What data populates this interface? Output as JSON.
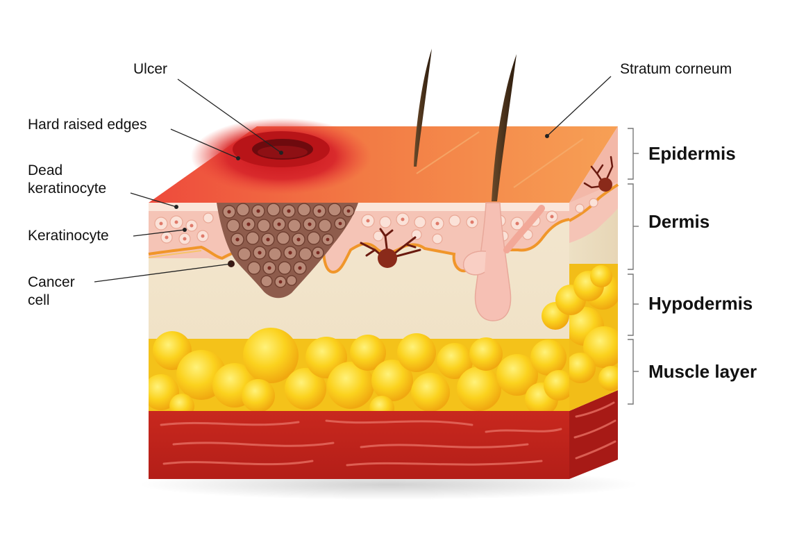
{
  "labels": {
    "ulcer": "Ulcer",
    "hard_raised_edges": "Hard raised edges",
    "dead_keratinocyte_line1": "Dead",
    "dead_keratinocyte_line2": "keratinocyte",
    "keratinocyte": "Keratinocyte",
    "cancer_cell_line1": "Cancer",
    "cancer_cell_line2": "cell",
    "stratum_corneum": "Stratum corneum"
  },
  "layers": [
    {
      "key": "epidermis",
      "label": "Epidermis"
    },
    {
      "key": "dermis",
      "label": "Dermis"
    },
    {
      "key": "hypodermis",
      "label": "Hypodermis"
    },
    {
      "key": "muscle",
      "label": "Muscle layer"
    }
  ],
  "colors": {
    "epidermis_top": "#f08a4a",
    "ulcer": "#c0262a",
    "dermis": "#efe3c8",
    "epidermal_band": "#f6c6b8",
    "fat": "#f8c61c",
    "muscle": "#c4241c",
    "tumor": "#9a6a5a",
    "hair": "#3a2a1a"
  }
}
